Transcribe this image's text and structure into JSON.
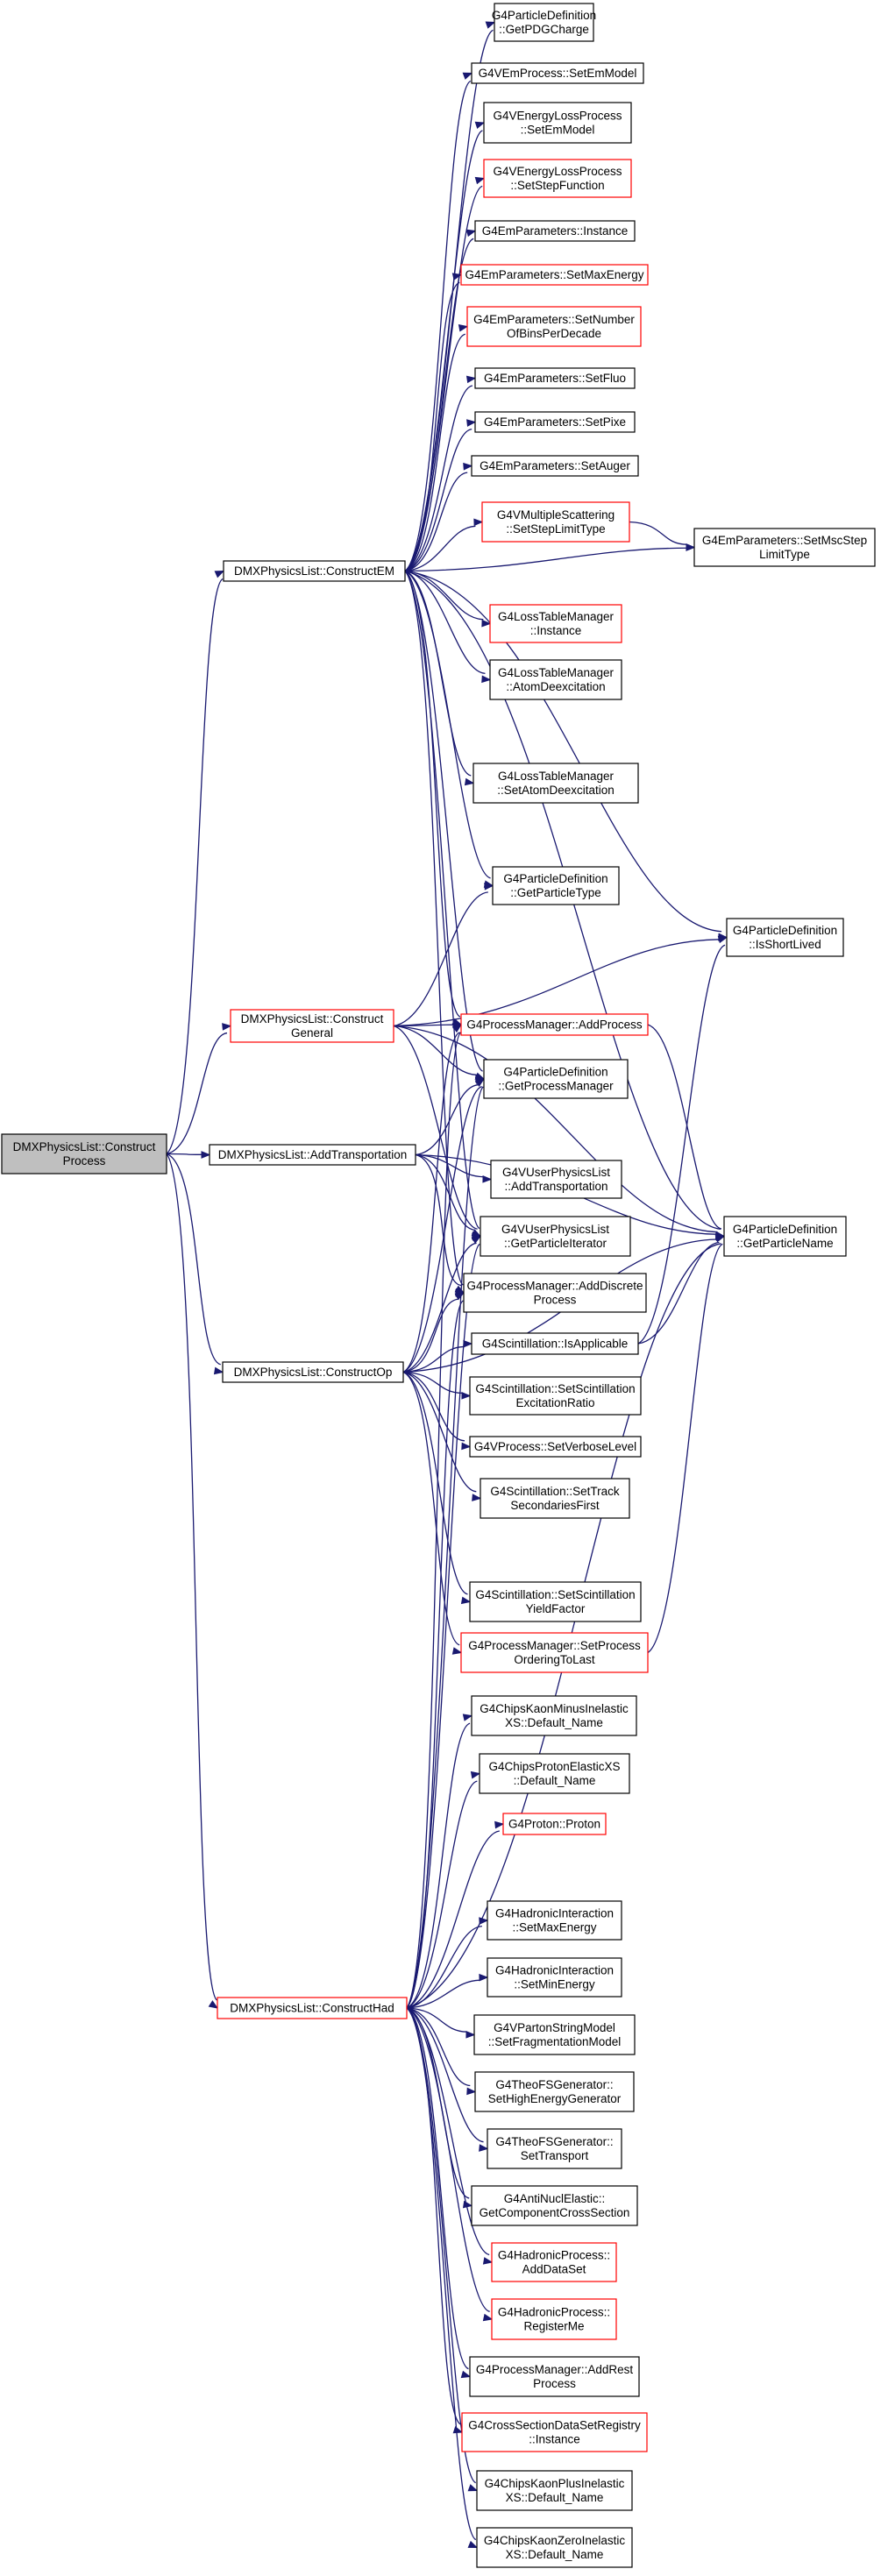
{
  "diagram": {
    "nodes": [
      {
        "id": "root",
        "lines": [
          "DMXPhysicsList::Construct",
          "Process"
        ],
        "border": "black",
        "root": true
      },
      {
        "id": "em",
        "lines": [
          "DMXPhysicsList::ConstructEM"
        ],
        "border": "black"
      },
      {
        "id": "general",
        "lines": [
          "DMXPhysicsList::Construct",
          "General"
        ],
        "border": "red"
      },
      {
        "id": "transport",
        "lines": [
          "DMXPhysicsList::AddTransportation"
        ],
        "border": "black"
      },
      {
        "id": "op",
        "lines": [
          "DMXPhysicsList::ConstructOp"
        ],
        "border": "black"
      },
      {
        "id": "had",
        "lines": [
          "DMXPhysicsList::ConstructHad"
        ],
        "border": "red"
      },
      {
        "id": "pdgcharge",
        "lines": [
          "G4ParticleDefinition",
          "::GetPDGCharge"
        ],
        "border": "black"
      },
      {
        "id": "setemmodel1",
        "lines": [
          "G4VEmProcess::SetEmModel"
        ],
        "border": "black"
      },
      {
        "id": "setemmodel2",
        "lines": [
          "G4VEnergyLossProcess",
          "::SetEmModel"
        ],
        "border": "black"
      },
      {
        "id": "setstepfunc",
        "lines": [
          "G4VEnergyLossProcess",
          "::SetStepFunction"
        ],
        "border": "red"
      },
      {
        "id": "empinst",
        "lines": [
          "G4EmParameters::Instance"
        ],
        "border": "black"
      },
      {
        "id": "empmaxe",
        "lines": [
          "G4EmParameters::SetMaxEnergy"
        ],
        "border": "red"
      },
      {
        "id": "empnbins",
        "lines": [
          "G4EmParameters::SetNumber",
          "OfBinsPerDecade"
        ],
        "border": "red"
      },
      {
        "id": "empfluo",
        "lines": [
          "G4EmParameters::SetFluo"
        ],
        "border": "black"
      },
      {
        "id": "emppixe",
        "lines": [
          "G4EmParameters::SetPixe"
        ],
        "border": "black"
      },
      {
        "id": "empauger",
        "lines": [
          "G4EmParameters::SetAuger"
        ],
        "border": "black"
      },
      {
        "id": "msclimit",
        "lines": [
          "G4VMultipleScattering",
          "::SetStepLimitType"
        ],
        "border": "red"
      },
      {
        "id": "empmsc",
        "lines": [
          "G4EmParameters::SetMscStep",
          "LimitType"
        ],
        "border": "black"
      },
      {
        "id": "ltminst",
        "lines": [
          "G4LossTableManager",
          "::Instance"
        ],
        "border": "red"
      },
      {
        "id": "ltmatom",
        "lines": [
          "G4LossTableManager",
          "::AtomDeexcitation"
        ],
        "border": "black"
      },
      {
        "id": "ltmsetatom",
        "lines": [
          "G4LossTableManager",
          "::SetAtomDeexcitation"
        ],
        "border": "black"
      },
      {
        "id": "ptype",
        "lines": [
          "G4ParticleDefinition",
          "::GetParticleType"
        ],
        "border": "black"
      },
      {
        "id": "shortlived",
        "lines": [
          "G4ParticleDefinition",
          "::IsShortLived"
        ],
        "border": "black"
      },
      {
        "id": "addprocess",
        "lines": [
          "G4ProcessManager::AddProcess"
        ],
        "border": "red"
      },
      {
        "id": "getpm",
        "lines": [
          "G4ParticleDefinition",
          "::GetProcessManager"
        ],
        "border": "black"
      },
      {
        "id": "vupaddtrans",
        "lines": [
          "G4VUserPhysicsList",
          "::AddTransportation"
        ],
        "border": "black"
      },
      {
        "id": "vupiter",
        "lines": [
          "G4VUserPhysicsList",
          "::GetParticleIterator"
        ],
        "border": "black"
      },
      {
        "id": "pname",
        "lines": [
          "G4ParticleDefinition",
          "::GetParticleName"
        ],
        "border": "black"
      },
      {
        "id": "adddiscrete",
        "lines": [
          "G4ProcessManager::AddDiscrete",
          "Process"
        ],
        "border": "black"
      },
      {
        "id": "scintapp",
        "lines": [
          "G4Scintillation::IsApplicable"
        ],
        "border": "black"
      },
      {
        "id": "scintexc",
        "lines": [
          "G4Scintillation::SetScintillation",
          "ExcitationRatio"
        ],
        "border": "black"
      },
      {
        "id": "verbose",
        "lines": [
          "G4VProcess::SetVerboseLevel"
        ],
        "border": "black"
      },
      {
        "id": "scinttrack",
        "lines": [
          "G4Scintillation::SetTrack",
          "SecondariesFirst"
        ],
        "border": "black"
      },
      {
        "id": "scintyield",
        "lines": [
          "G4Scintillation::SetScintillation",
          "YieldFactor"
        ],
        "border": "black"
      },
      {
        "id": "ordering",
        "lines": [
          "G4ProcessManager::SetProcess",
          "OrderingToLast"
        ],
        "border": "red"
      },
      {
        "id": "kaonminus",
        "lines": [
          "G4ChipsKaonMinusInelastic",
          "XS::Default_Name"
        ],
        "border": "black"
      },
      {
        "id": "protonelastic",
        "lines": [
          "G4ChipsProtonElasticXS",
          "::Default_Name"
        ],
        "border": "black"
      },
      {
        "id": "proton",
        "lines": [
          "G4Proton::Proton"
        ],
        "border": "red"
      },
      {
        "id": "hadmaxe",
        "lines": [
          "G4HadronicInteraction",
          "::SetMaxEnergy"
        ],
        "border": "black"
      },
      {
        "id": "hadmine",
        "lines": [
          "G4HadronicInteraction",
          "::SetMinEnergy"
        ],
        "border": "black"
      },
      {
        "id": "fragmodel",
        "lines": [
          "G4VPartonStringModel",
          "::SetFragmentationModel"
        ],
        "border": "black"
      },
      {
        "id": "theohigh",
        "lines": [
          "G4TheoFSGenerator::",
          "SetHighEnergyGenerator"
        ],
        "border": "black"
      },
      {
        "id": "theotrans",
        "lines": [
          "G4TheoFSGenerator::",
          "SetTransport"
        ],
        "border": "black"
      },
      {
        "id": "antinucl",
        "lines": [
          "G4AntiNuclElastic::",
          "GetComponentCrossSection"
        ],
        "border": "black"
      },
      {
        "id": "adddataset",
        "lines": [
          "G4HadronicProcess::",
          "AddDataSet"
        ],
        "border": "red"
      },
      {
        "id": "registerme",
        "lines": [
          "G4HadronicProcess::",
          "RegisterMe"
        ],
        "border": "red"
      },
      {
        "id": "addrest",
        "lines": [
          "G4ProcessManager::AddRest",
          "Process"
        ],
        "border": "black"
      },
      {
        "id": "csdsr",
        "lines": [
          "G4CrossSectionDataSetRegistry",
          "::Instance"
        ],
        "border": "red"
      },
      {
        "id": "kaonplus",
        "lines": [
          "G4ChipsKaonPlusInelastic",
          "XS::Default_Name"
        ],
        "border": "black"
      },
      {
        "id": "kaonzero",
        "lines": [
          "G4ChipsKaonZeroInelastic",
          "XS::Default_Name"
        ],
        "border": "black"
      }
    ],
    "edges": [
      [
        "root",
        "em"
      ],
      [
        "root",
        "general"
      ],
      [
        "root",
        "transport"
      ],
      [
        "root",
        "op"
      ],
      [
        "root",
        "had"
      ],
      [
        "em",
        "pdgcharge"
      ],
      [
        "em",
        "setemmodel1"
      ],
      [
        "em",
        "setemmodel2"
      ],
      [
        "em",
        "setstepfunc"
      ],
      [
        "em",
        "empinst"
      ],
      [
        "em",
        "empmaxe"
      ],
      [
        "em",
        "empnbins"
      ],
      [
        "em",
        "empfluo"
      ],
      [
        "em",
        "emppixe"
      ],
      [
        "em",
        "empauger"
      ],
      [
        "em",
        "msclimit"
      ],
      [
        "em",
        "empmsc"
      ],
      [
        "em",
        "ltminst"
      ],
      [
        "em",
        "ltmatom"
      ],
      [
        "em",
        "ltmsetatom"
      ],
      [
        "em",
        "ptype"
      ],
      [
        "em",
        "shortlived"
      ],
      [
        "em",
        "addprocess"
      ],
      [
        "em",
        "getpm"
      ],
      [
        "em",
        "vupiter"
      ],
      [
        "em",
        "pname"
      ],
      [
        "em",
        "adddiscrete"
      ],
      [
        "msclimit",
        "empmsc"
      ],
      [
        "general",
        "ptype"
      ],
      [
        "general",
        "shortlived"
      ],
      [
        "general",
        "addprocess"
      ],
      [
        "general",
        "getpm"
      ],
      [
        "general",
        "vupiter"
      ],
      [
        "general",
        "pname"
      ],
      [
        "transport",
        "getpm"
      ],
      [
        "transport",
        "vupaddtrans"
      ],
      [
        "transport",
        "vupiter"
      ],
      [
        "transport",
        "pname"
      ],
      [
        "transport",
        "adddiscrete"
      ],
      [
        "op",
        "addprocess"
      ],
      [
        "op",
        "getpm"
      ],
      [
        "op",
        "vupiter"
      ],
      [
        "op",
        "adddiscrete"
      ],
      [
        "op",
        "scintapp"
      ],
      [
        "op",
        "scintexc"
      ],
      [
        "op",
        "verbose"
      ],
      [
        "op",
        "scinttrack"
      ],
      [
        "op",
        "scintyield"
      ],
      [
        "op",
        "ordering"
      ],
      [
        "op",
        "pname"
      ],
      [
        "scintapp",
        "shortlived"
      ],
      [
        "scintapp",
        "pname"
      ],
      [
        "addprocess",
        "pname"
      ],
      [
        "ordering",
        "pname"
      ],
      [
        "had",
        "addprocess"
      ],
      [
        "had",
        "getpm"
      ],
      [
        "had",
        "vupiter"
      ],
      [
        "had",
        "adddiscrete"
      ],
      [
        "had",
        "pname"
      ],
      [
        "had",
        "kaonminus"
      ],
      [
        "had",
        "protonelastic"
      ],
      [
        "had",
        "proton"
      ],
      [
        "had",
        "hadmaxe"
      ],
      [
        "had",
        "hadmine"
      ],
      [
        "had",
        "fragmodel"
      ],
      [
        "had",
        "theohigh"
      ],
      [
        "had",
        "theotrans"
      ],
      [
        "had",
        "antinucl"
      ],
      [
        "had",
        "adddataset"
      ],
      [
        "had",
        "registerme"
      ],
      [
        "had",
        "addrest"
      ],
      [
        "had",
        "csdsr"
      ],
      [
        "had",
        "kaonplus"
      ],
      [
        "had",
        "kaonzero"
      ]
    ],
    "colors": {
      "edge": "#191970",
      "border_black": "#000000",
      "border_red": "#ff0000",
      "root_fill": "#bfbfbf",
      "node_fill": "#ffffff"
    }
  }
}
